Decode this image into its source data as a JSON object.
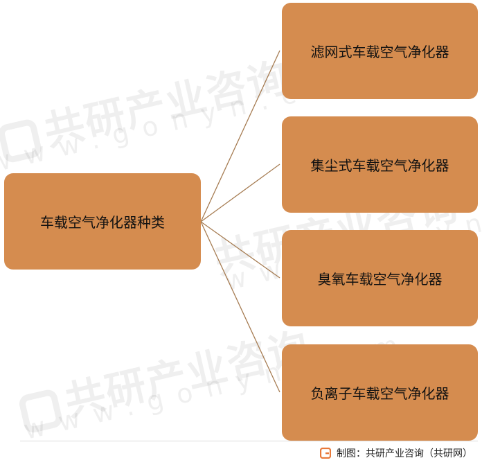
{
  "diagram": {
    "root": {
      "label": "车载空气净化器种类"
    },
    "children": [
      {
        "label": "滤网式车载空气净化器"
      },
      {
        "label": "集尘式车载空气净化器"
      },
      {
        "label": "臭氧车载空气净化器"
      },
      {
        "label": "负离子车载空气净化器"
      }
    ]
  },
  "watermark": {
    "text_cn": "共研产业咨询",
    "text_url": "www.gonyn.com"
  },
  "footer": {
    "source": "制图：共研产业咨询（共研网）"
  },
  "colors": {
    "node_fill": "#d58c4f",
    "connector": "#a67c52",
    "logo_accent": "#e8793a"
  }
}
